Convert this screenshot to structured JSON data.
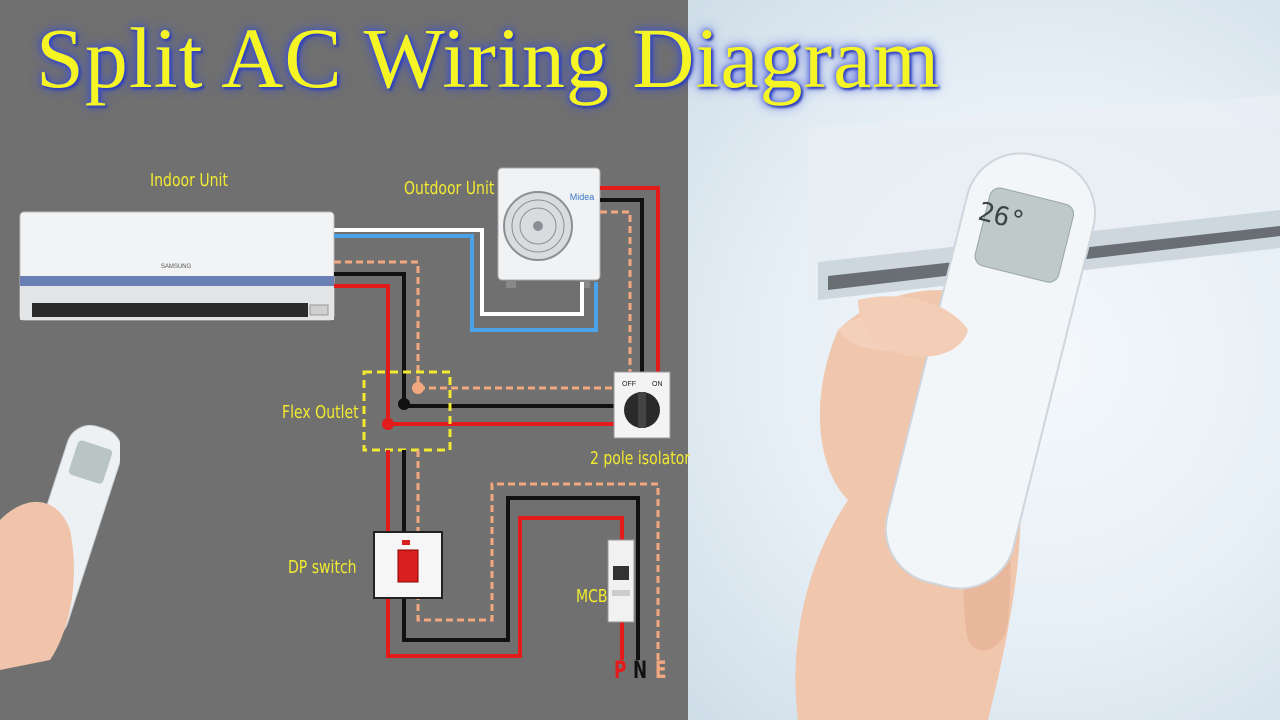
{
  "title": "Split AC Wiring Diagram",
  "diagram": {
    "labels": {
      "indoor_unit": "Indoor Unit",
      "outdoor_unit": "Outdoor Unit",
      "flex_outlet": "Flex Outlet",
      "isolator": "2 pole isolator",
      "dp_switch": "DP switch",
      "mcb": "MCB"
    },
    "indoor_brand": "SAMSUNG",
    "outdoor_brand": "Midea",
    "isolator_states": {
      "off": "OFF",
      "on": "ON"
    },
    "supply_terminals": {
      "phase": "P",
      "neutral": "N",
      "earth": "E"
    },
    "remote_display": "26°"
  },
  "colors": {
    "title": "#f5f526",
    "label": "#f1ea30",
    "phase_wire": "#e41b1b",
    "neutral_wire": "#111111",
    "earth_wire": "#f2a77e",
    "signal_wire": "#4aa3e8",
    "background": "#707070"
  }
}
